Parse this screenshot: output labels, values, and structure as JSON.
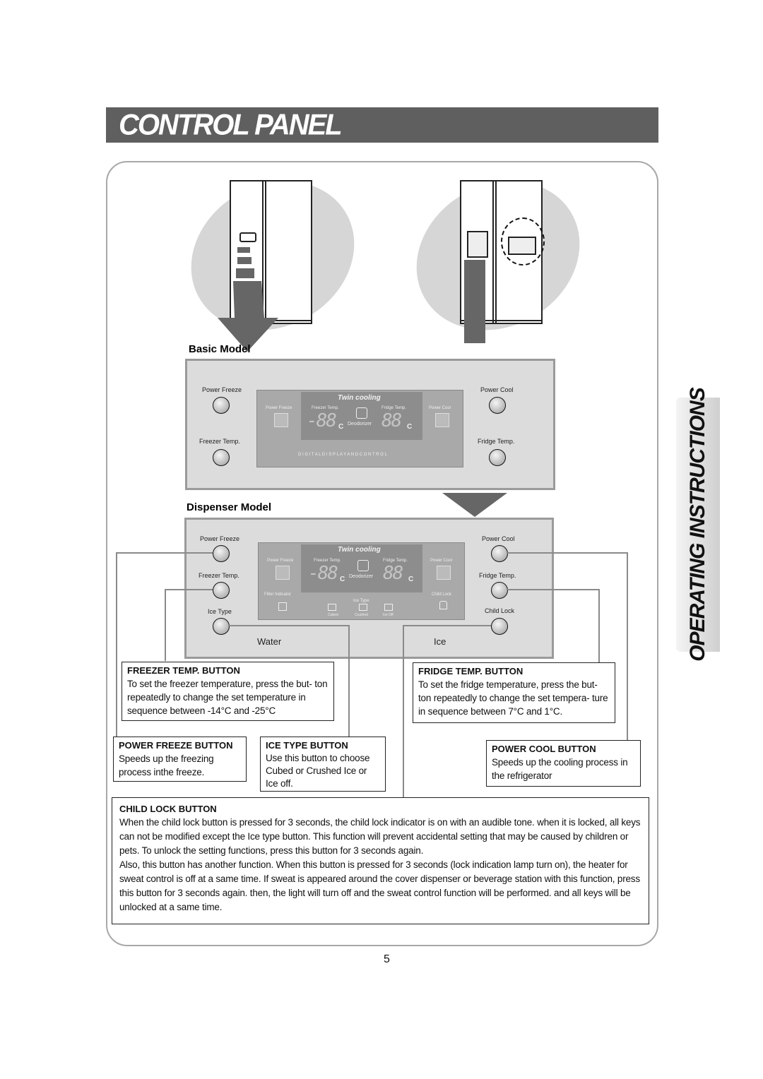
{
  "page_title": "CONTROL PANEL",
  "side_tab": "OPERATING INSTRUCTIONS",
  "basic_model": {
    "title": "Basic Model",
    "labels": {
      "power_freeze": "Power Freeze",
      "freezer_temp": "Freezer Temp.",
      "power_cool": "Power Cool",
      "fridge_temp": "Fridge Temp."
    },
    "display": {
      "brand": "Twin cooling",
      "power_freeze": "Power Freeze",
      "freezer_temp": "Freezer Temp.",
      "fridge_temp": "Fridge Temp.",
      "power_cool": "Power Cool",
      "deodorizer": "Deodorizer",
      "digits_left": "-88",
      "digits_right": "88",
      "unit": "C",
      "footer": "D I G I T A L   D I S P L A Y   A N D   C O N T R O L"
    }
  },
  "dispenser_model": {
    "title": "Dispenser Model",
    "labels": {
      "power_freeze": "Power Freeze",
      "freezer_temp": "Freezer Temp.",
      "ice_type": "Ice Type",
      "power_cool": "Power Cool",
      "fridge_temp": "Fridge Temp.",
      "child_lock": "Child Lock",
      "water": "Water",
      "ice": "Ice"
    },
    "display": {
      "brand": "Twin cooling",
      "power_freeze": "Power Freeze",
      "freezer_temp": "Freezer Temp.",
      "fridge_temp": "Fridge Temp.",
      "power_cool": "Power Cool",
      "deodorizer": "Deodorizer",
      "filter_indicator": "Filter Indicator",
      "child_lock": "Child Lock",
      "ice_type": "Ice Type",
      "cubed": "Cubed",
      "crushed": "Crushed",
      "ice_off": "Ice Off",
      "digits_left": "-88",
      "digits_right": "88",
      "unit": "C"
    }
  },
  "descriptions": {
    "freezer_temp": {
      "heading": "FREEZER TEMP. BUTTON",
      "text": "To set the freezer temperature, press the but- ton repeatedly to change the set temperature in sequence between  -14°C and -25°C"
    },
    "fridge_temp": {
      "heading": "FRIDGE TEMP. BUTTON",
      "text": "To set the fridge temperature, press the but- ton repeatedly to change the set tempera- ture in sequence between 7°C and 1°C."
    },
    "power_freeze": {
      "heading": "POWER FREEZE BUTTON",
      "text": "Speeds up the freezing process inthe freeze."
    },
    "ice_type": {
      "heading": "ICE TYPE BUTTON",
      "text": "Use this button to choose Cubed or Crushed Ice or Ice off."
    },
    "power_cool": {
      "heading": "POWER COOL BUTTON",
      "text": "Speeds up the cooling process in the refrigerator"
    },
    "child_lock": {
      "heading": "CHILD LOCK BUTTON",
      "para1": "When the child lock button is pressed for 3 seconds, the child lock indicator is on with an audible tone. when it is locked, all keys can not be modified except the Ice type button. This function will prevent accidental setting that may be caused by children or pets. To unlock the setting functions, press this button for 3 seconds again.",
      "para2": "Also, this button has another function. When this button is pressed for 3 seconds (lock indication lamp turn on), the heater for sweat control is off at a same time. If sweat is appeared around the cover dispenser or beverage station with this function, press this button for 3 seconds again. then, the light will turn off and the sweat control function will be performed. and all keys will be unlocked at a same time."
    }
  },
  "page_number": "5"
}
